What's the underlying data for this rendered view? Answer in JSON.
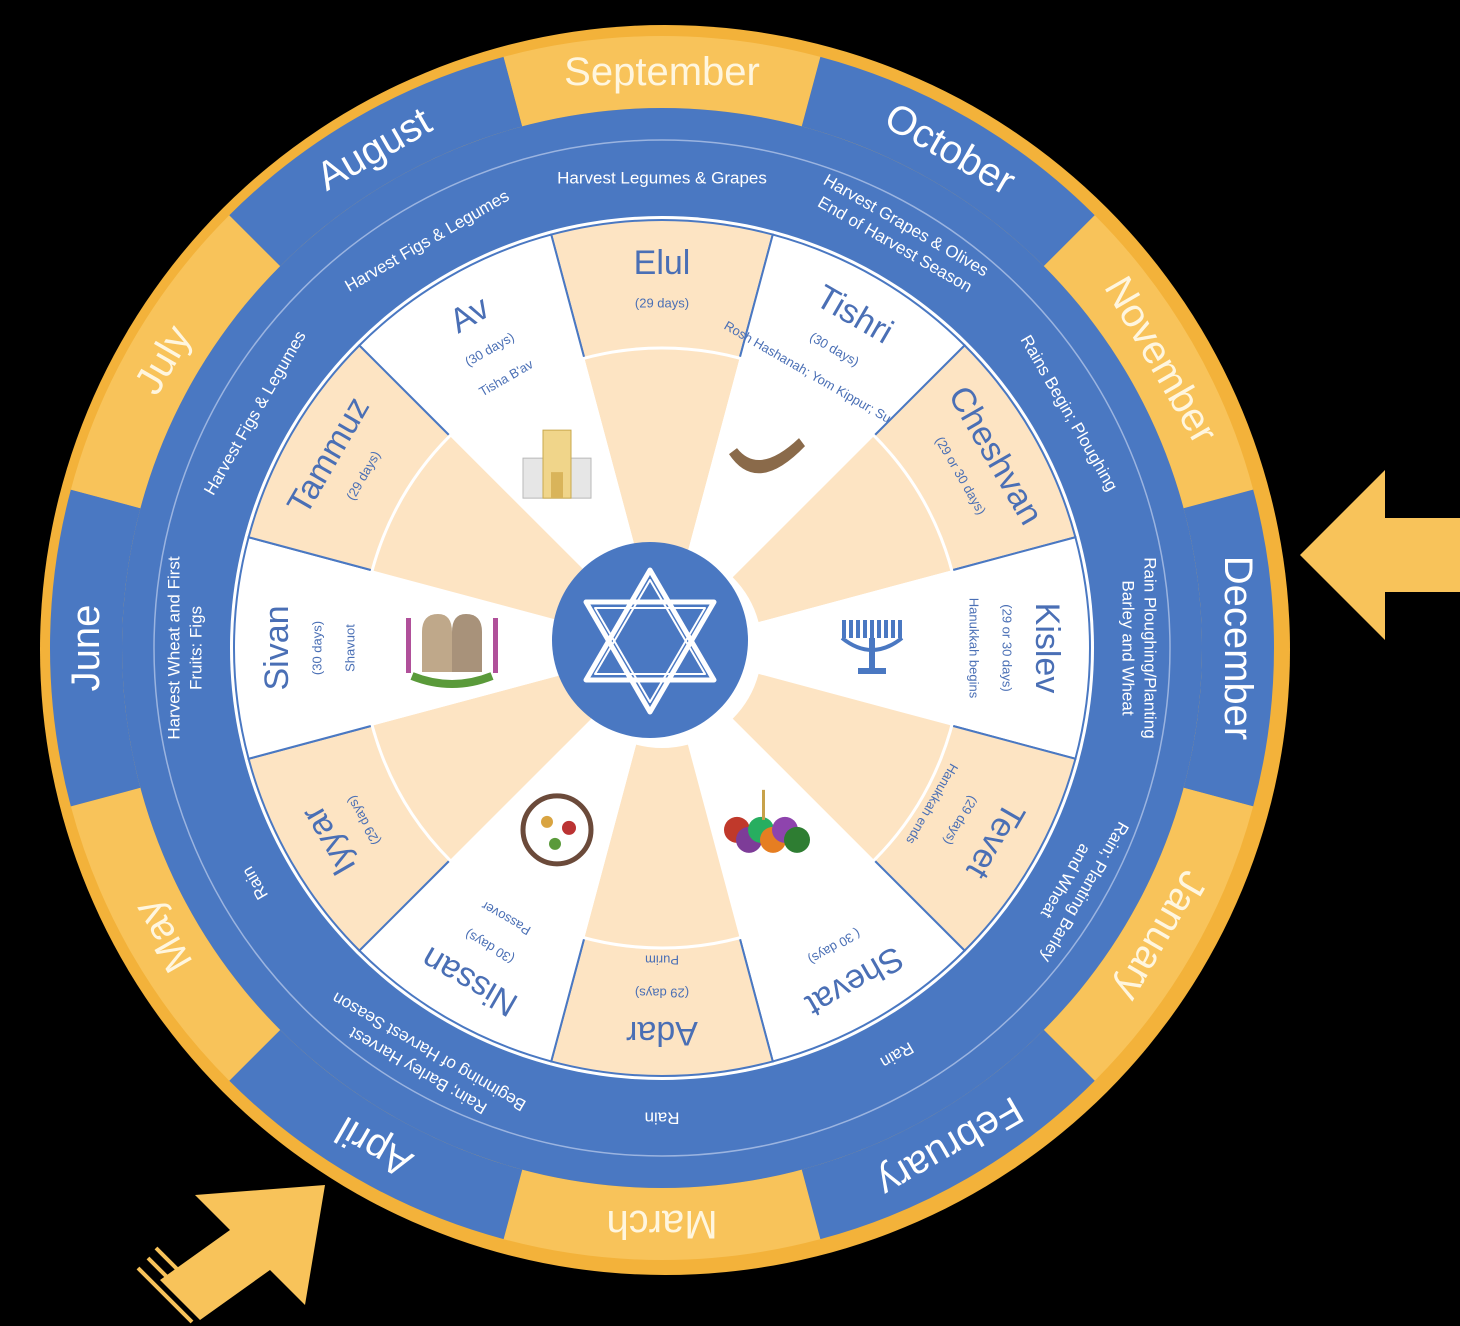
{
  "colors": {
    "background": "#000000",
    "blue": "#4a78c2",
    "gold": "#f8c35a",
    "gold_border": "#f3b23a",
    "peach": "#fde4c3",
    "white": "#ffffff",
    "text_blue": "#4a6fb5"
  },
  "months": [
    {
      "label": "March",
      "color": "gold"
    },
    {
      "label": "April",
      "color": "blue"
    },
    {
      "label": "May",
      "color": "gold"
    },
    {
      "label": "June",
      "color": "blue"
    },
    {
      "label": "July",
      "color": "gold"
    },
    {
      "label": "August",
      "color": "blue"
    },
    {
      "label": "September",
      "color": "gold"
    },
    {
      "label": "October",
      "color": "blue"
    },
    {
      "label": "November",
      "color": "gold"
    },
    {
      "label": "December",
      "color": "blue"
    },
    {
      "label": "January",
      "color": "gold"
    },
    {
      "label": "February",
      "color": "blue"
    }
  ],
  "seasons": [
    {
      "lines": [
        "Rain"
      ]
    },
    {
      "lines": [
        "Rain; Barley Harvest",
        "Beginning of Harvest Season"
      ]
    },
    {
      "lines": [
        "Rain"
      ]
    },
    {
      "lines": [
        "Harvest Wheat and First",
        "Fruits: Figs"
      ]
    },
    {
      "lines": [
        "Harvest Figs & Legumes"
      ]
    },
    {
      "lines": [
        "Harvest Figs & Legumes"
      ]
    },
    {
      "lines": [
        "Harvest Legumes & Grapes"
      ]
    },
    {
      "lines": [
        "Harvest Grapes & Olives",
        "End of Harvest Season"
      ]
    },
    {
      "lines": [
        "Rains Begin; Ploughing"
      ]
    },
    {
      "lines": [
        "Rain Ploughing/Planting",
        "Barley and Wheat"
      ]
    },
    {
      "lines": [
        "Rain; Planting Barley",
        "and Wheat"
      ]
    },
    {
      "lines": [
        "Rain"
      ]
    }
  ],
  "hebrew_months": [
    {
      "name": "Elul",
      "days": "(29 days)",
      "holiday": "",
      "style": "peach"
    },
    {
      "name": "Tishri",
      "days": "(30 days)",
      "holiday": "Rosh Hashanah; Yom Kippur; Sukkot",
      "style": "white"
    },
    {
      "name": "Cheshvan",
      "days": "(29 or 30 days)",
      "holiday": "",
      "style": "peach"
    },
    {
      "name": "Kislev",
      "days": "(29 or 30 days)",
      "holiday": "Hanukkah begins",
      "style": "white"
    },
    {
      "name": "Tevet",
      "days": "(29 days)",
      "holiday": "Hanukkah ends",
      "style": "peach"
    },
    {
      "name": "Shevat",
      "days": "( 30 days)",
      "holiday": "",
      "style": "white"
    },
    {
      "name": "Adar",
      "days": "(29 days)",
      "holiday": "Purim",
      "style": "peach"
    },
    {
      "name": "Nissan",
      "days": "(30 days)",
      "holiday": "Passover",
      "style": "white"
    },
    {
      "name": "Iyyar",
      "days": "(29 days)",
      "holiday": "",
      "style": "peach"
    },
    {
      "name": "Sivan",
      "days": "(30 days)",
      "holiday": "Shavuot",
      "style": "white"
    },
    {
      "name": "Tammuz",
      "days": "(29 days)",
      "holiday": "",
      "style": "peach"
    },
    {
      "name": "Av",
      "days": "(30 days)",
      "holiday": "Tisha B'av",
      "style": "white"
    }
  ],
  "icons": [
    {
      "name": "shofar-icon",
      "month": "Tishri"
    },
    {
      "name": "menorah-icon",
      "month": "Kislev"
    },
    {
      "name": "harvest-fruits-icon",
      "month": "Shevat"
    },
    {
      "name": "seder-plate-icon",
      "month": "Nissan"
    },
    {
      "name": "tablets-icon",
      "month": "Sivan"
    },
    {
      "name": "temple-icon",
      "month": "Av"
    }
  ],
  "center_icon": "star-of-david-icon",
  "arrows": [
    "arrow-right-pointer-icon",
    "arrow-bottom-left-pointer-icon"
  ]
}
